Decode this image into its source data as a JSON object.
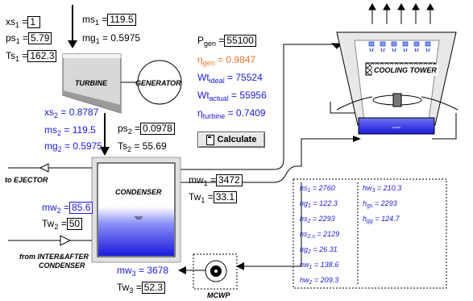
{
  "inputs": {
    "xs1": {
      "label": "xs",
      "sub": "1",
      "value": "1"
    },
    "ps1": {
      "label": "ps",
      "sub": "1",
      "value": "5.79"
    },
    "Ts1": {
      "label": "Ts",
      "sub": "1",
      "value": "162.3"
    },
    "ms1": {
      "label": "ms",
      "sub": "1",
      "value": "119.5"
    },
    "Pgen": {
      "label": "P",
      "sub": "gen",
      "value": "55100"
    },
    "ps2": {
      "label": "ps",
      "sub": "2",
      "value": "0.0978"
    },
    "mw1": {
      "label": "mw",
      "sub": "1",
      "value": "3472"
    },
    "Tw1": {
      "label": "Tw",
      "sub": "1",
      "value": "33.1"
    },
    "mw2": {
      "label": "mw",
      "sub": "2",
      "value": "85.6"
    },
    "Tw2": {
      "label": "Tw",
      "sub": "2",
      "value": "50"
    },
    "Tw3": {
      "label": "Tw",
      "sub": "3",
      "value": "52.3"
    }
  },
  "outputs": {
    "mg1": {
      "label": "mg",
      "sub": "1",
      "value": "= 0.5975"
    },
    "eta_gen": {
      "label": "η",
      "sub": "gen",
      "value": "= 0.9847"
    },
    "Wt_ideal": {
      "label": "Wt",
      "sub": "ideal",
      "value": "= 75524"
    },
    "Wt_actual": {
      "label": "Wt",
      "sub": "actual",
      "value": "= 55956"
    },
    "eta_turbine": {
      "label": "η",
      "sub": "turbine",
      "value": "= 0.7409"
    },
    "xs2": {
      "label": "xs",
      "sub": "2",
      "value": "= 0.8787"
    },
    "ms2": {
      "label": "ms",
      "sub": "2",
      "value": "= 119.5"
    },
    "mg2": {
      "label": "mg",
      "sub": "2",
      "value": "= 0.5975"
    },
    "Ts2": {
      "label": "Ts",
      "sub": "2",
      "value": "= 55.69"
    },
    "mw3": {
      "label": "mw",
      "sub": "3",
      "value": "= 3678"
    }
  },
  "components": {
    "turbine": "TURBINE",
    "generator": "GENERATOR",
    "condenser": "CONDENSER",
    "cooling_tower": "COOLING TOWER",
    "mcwp": "MCWP",
    "to_ejector": "to EJECTOR",
    "from_inter_1": "from INTER&AFTER",
    "from_inter_2": "CONDENSER"
  },
  "calculate_button": "Calculate",
  "enthalpies_left": [
    {
      "label": "hs",
      "sub": "1",
      "value": " = 2760"
    },
    {
      "label": "hg",
      "sub": "1",
      "value": " = 122.3"
    },
    {
      "label": "hs",
      "sub": "2",
      "value": " = 2293"
    },
    {
      "label": "hs",
      "sub": "2.s",
      "value": " = 2129"
    },
    {
      "label": "hg",
      "sub": "2",
      "value": " = 26.31"
    },
    {
      "label": "hw",
      "sub": "1",
      "value": " = 138.6"
    },
    {
      "label": "hw",
      "sub": "2",
      "value": " = 209.3"
    }
  ],
  "enthalpies_right": [
    {
      "label": "hw",
      "sub": "3",
      "value": " = 210.3"
    },
    {
      "label": "h",
      "sub": "gs",
      "value": " = 2293"
    },
    {
      "label": "h",
      "sub": "gg",
      "value": " = 124.7"
    }
  ],
  "colors": {
    "output_blue": "#1a1adb",
    "eta_gen_orange": "#f07830",
    "water_blue": "#1a1adb",
    "turbine_gray": "#d8d8d8"
  }
}
